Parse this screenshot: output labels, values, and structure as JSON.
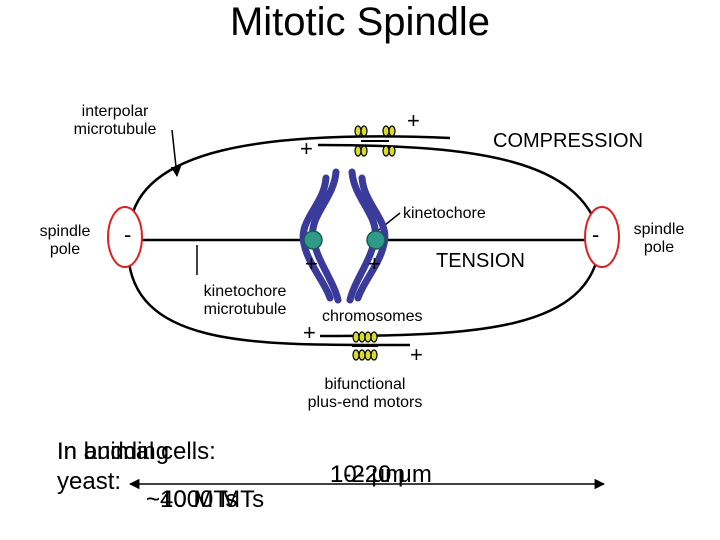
{
  "title": "Mitotic Spindle",
  "labels": {
    "interpolar_microtubule": [
      "interpolar",
      "microtubule"
    ],
    "spindle_pole_left": [
      "spindle",
      "pole"
    ],
    "spindle_pole_right": [
      "spindle",
      "pole"
    ],
    "compression": "COMPRESSION",
    "kinetochore": "kinetochore",
    "tension": "TENSION",
    "kinetochore_microtubule": [
      "kinetochore",
      "microtubule"
    ],
    "chromosomes": "chromosomes",
    "bifunctional_motors": [
      "bifunctional",
      "plus-end motors"
    ]
  },
  "signs": {
    "plus": "+",
    "minus": "-"
  },
  "overlapping_text": {
    "row1_a": "In budding",
    "row1_b": "In animal cells:",
    "row2": "yeast:",
    "mt_a": "~40 MTs",
    "mt_b": "~1000 MTs",
    "len_a": "10-20 μm",
    "len_b": "1-2 μm"
  },
  "colors": {
    "chromosome": "#3a3a9a",
    "kinetochore": "#2f9a8a",
    "motor": "#d9d930",
    "pole": "#e02020",
    "line": "#000000"
  }
}
